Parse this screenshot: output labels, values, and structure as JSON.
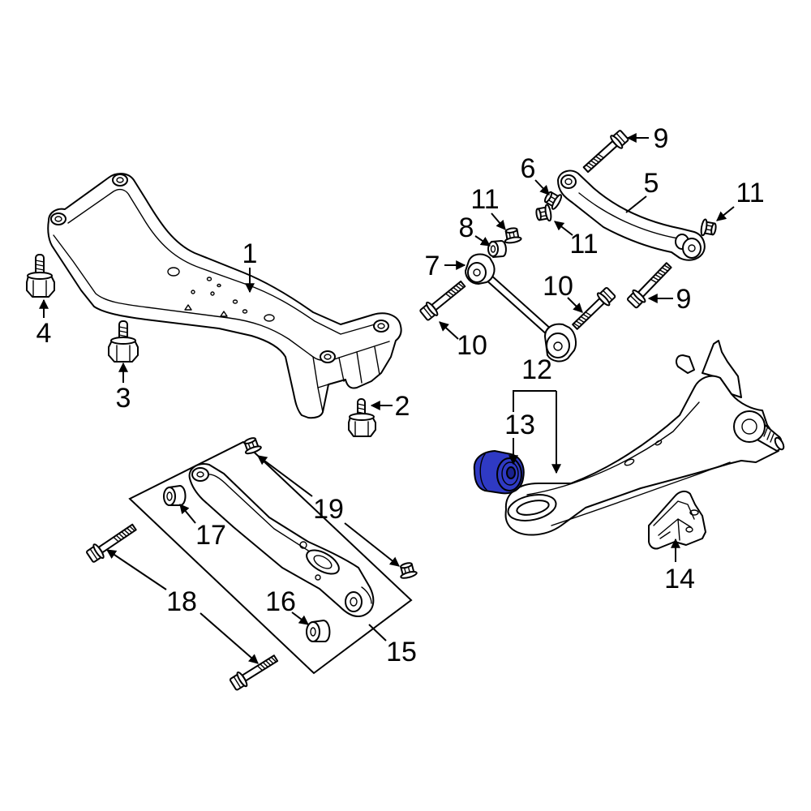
{
  "diagram": {
    "labels": {
      "part_1": "1",
      "part_2": "2",
      "part_3": "3",
      "part_4": "4",
      "part_5": "5",
      "part_6": "6",
      "part_7": "7",
      "part_8": "8",
      "part_9_upper": "9",
      "part_9_lower": "9",
      "part_10_right": "10",
      "part_10_left": "10",
      "part_11_left": "11",
      "part_11_middle": "11",
      "part_11_right": "11",
      "part_12": "12",
      "part_13": "13",
      "part_14": "14",
      "part_15": "15",
      "part_16": "16",
      "part_17": "17",
      "part_18": "18",
      "part_19": "19"
    }
  },
  "colors": {
    "highlight": "#2f3ac4",
    "highlight_hole": "#1a2290",
    "line": "#000000",
    "background": "#ffffff"
  }
}
